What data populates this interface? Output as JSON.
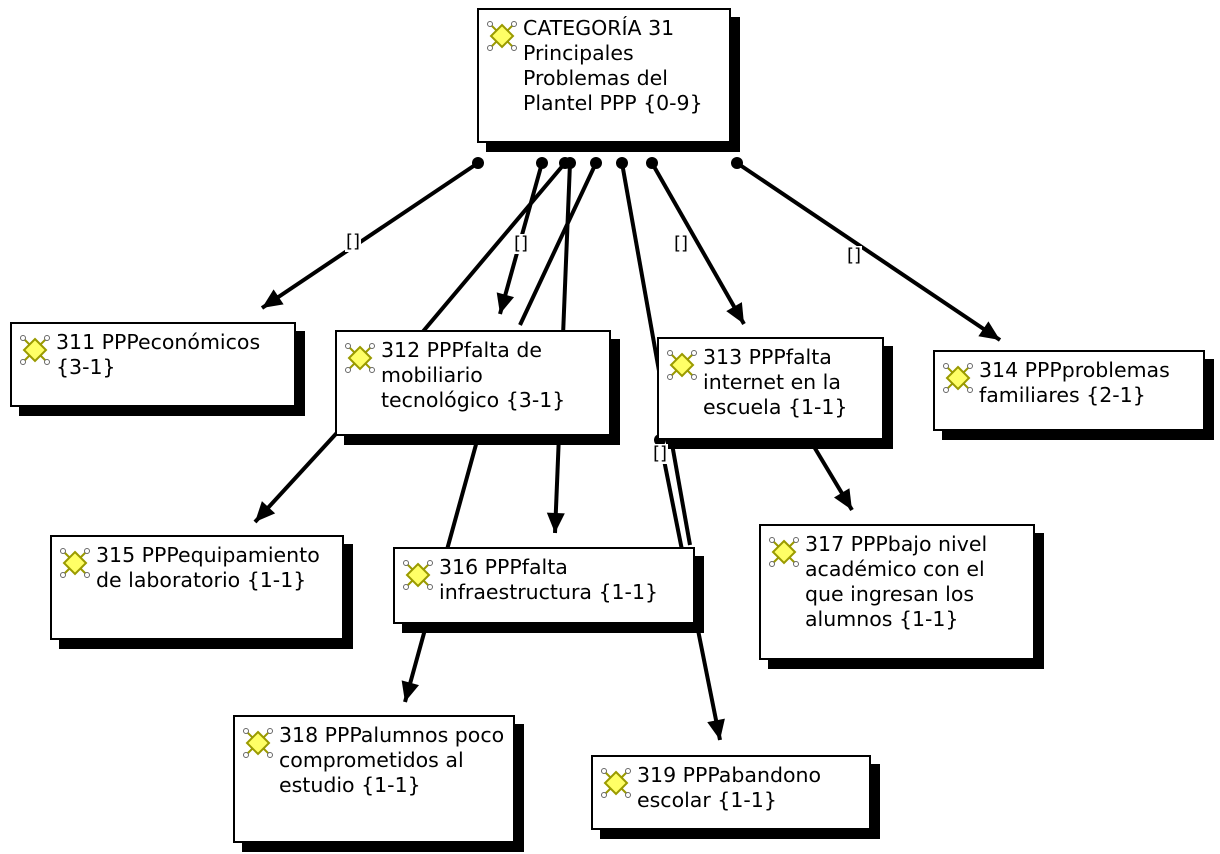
{
  "nodes": {
    "root": "CATEGORÍA 31 Principales Problemas del Plantel PPP {0-9}",
    "n311": "311 PPPeconómicos {3-1}",
    "n312": "312 PPPfalta de mobiliario tecnológico {3-1}",
    "n313": "313 PPPfalta internet en la escuela {1-1}",
    "n314": "314 PPPproblemas familiares {2-1}",
    "n315": "315 PPPequipamiento de laboratorio {1-1}",
    "n316": "316 PPPfalta infraestructura {1-1}",
    "n317": "317 PPPbajo nivel académico con el que ingresan los alumnos {1-1}",
    "n318": "318 PPPalumnos poco comprometidos al estudio {1-1}",
    "n319": "319 PPPabandono escolar {1-1}"
  },
  "link_marker": "[]",
  "icon": "code-family-icon",
  "colors": {
    "icon_fill": "#ffff66",
    "icon_edge": "#9a9a00",
    "line": "#000000"
  }
}
